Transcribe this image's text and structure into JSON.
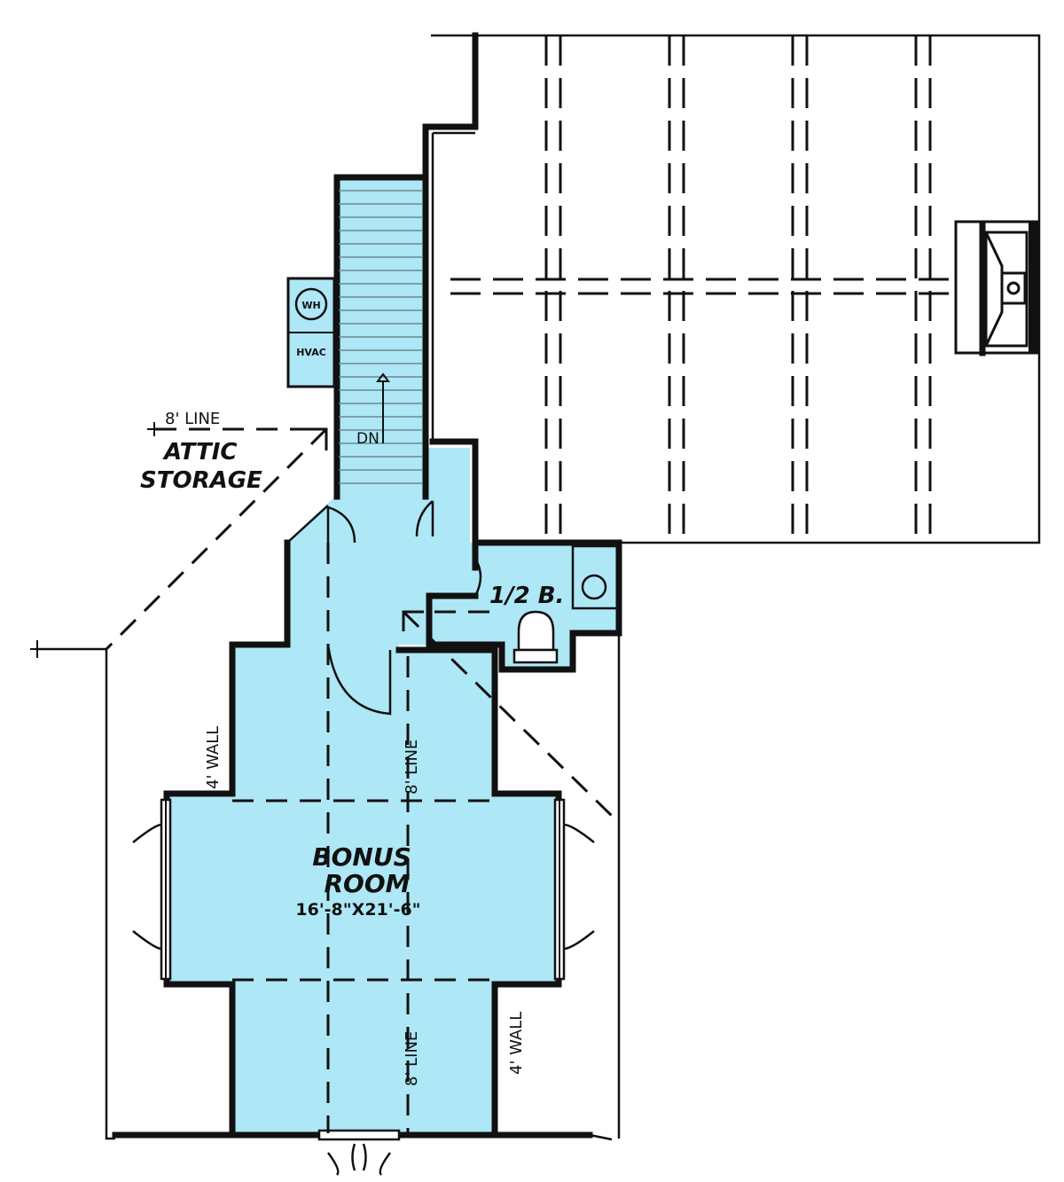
{
  "rooms": {
    "bonus": {
      "name_line1": "BONUS",
      "name_line2": "ROOM",
      "dimensions": "16'-8\"X21'-6\""
    },
    "half_bath": {
      "name": "1/2 B."
    },
    "attic": {
      "line1": "ATTIC",
      "line2": "STORAGE"
    }
  },
  "labels": {
    "eight_line_top": "8' LINE",
    "eight_line_upper_vertical": "8' LINE",
    "eight_line_lower_vertical": "8' LINE",
    "four_wall_left": "4' WALL",
    "four_wall_right": "4' WALL",
    "stair_direction": "DN",
    "water_heater": "WH",
    "hvac": "HVAC"
  },
  "colors": {
    "room_fill": "#aee7f5",
    "line": "#111111"
  }
}
